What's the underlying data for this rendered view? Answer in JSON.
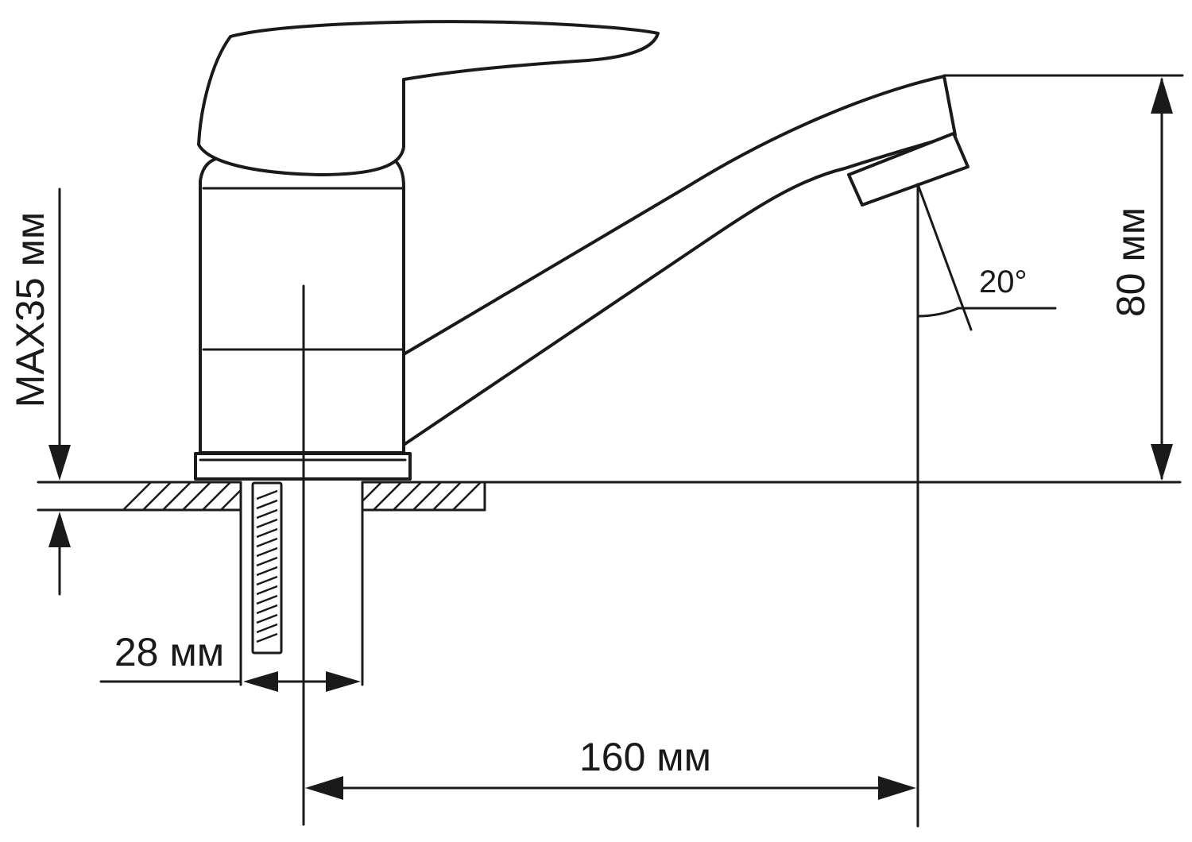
{
  "diagram": {
    "dimensions": {
      "counter_thickness": "MAX35 мм",
      "spout_height": "80 мм",
      "hole_diameter": "28 мм",
      "spout_reach": "160 мм",
      "aerator_angle": "20°"
    },
    "colors": {
      "line": "#1a1a1a",
      "background": "#ffffff"
    }
  }
}
